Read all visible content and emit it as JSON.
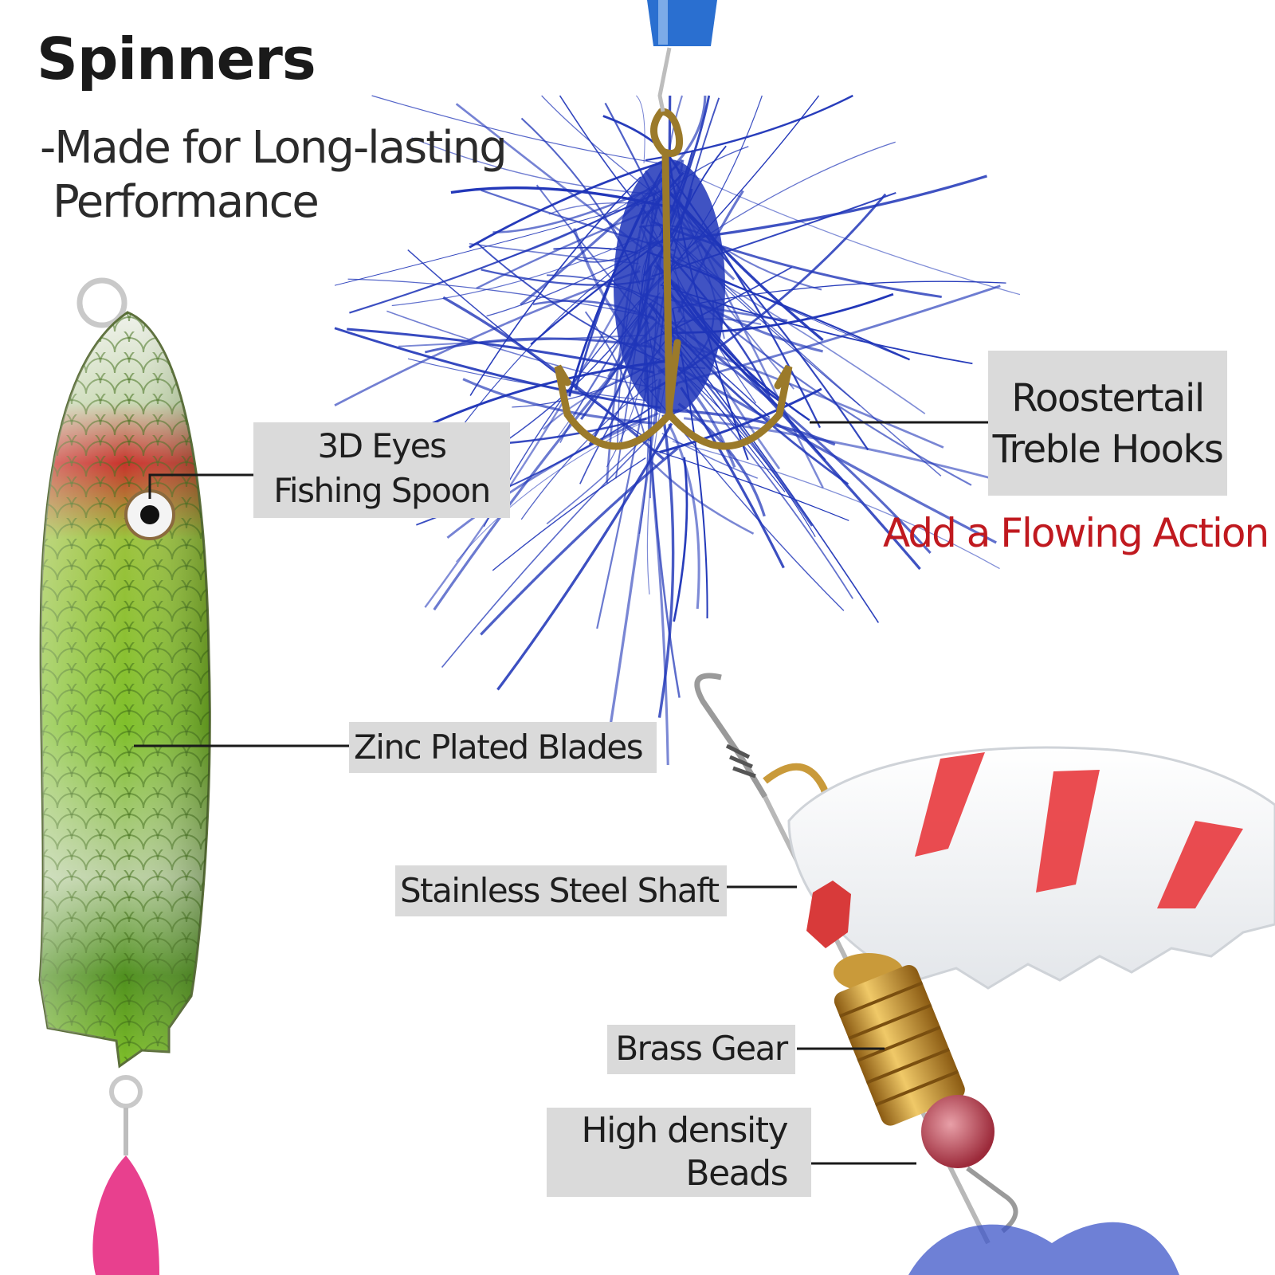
{
  "heading": "Spinners",
  "subheading_line1": "-Made for Long-lasting",
  "subheading_line2": "Performance",
  "tagline": "Add a Flowing Action",
  "callouts": {
    "eyes": [
      "3D Eyes",
      "Fishing Spoon"
    ],
    "hooks": [
      "Roostertail",
      "Treble Hooks"
    ],
    "blades": "Zinc Plated Blades",
    "shaft": "Stainless Steel Shaft",
    "gear": "Brass Gear",
    "beads": [
      "High density",
      "Beads"
    ]
  },
  "colors": {
    "feather": "#1f35b8",
    "spoon_green": "#7fbf2a",
    "spoon_red": "#c8332b",
    "blade_stripe": "#e8383d",
    "brass": "#c99a3a",
    "tagline": "#c0191f",
    "label_bg": "#dadada"
  }
}
